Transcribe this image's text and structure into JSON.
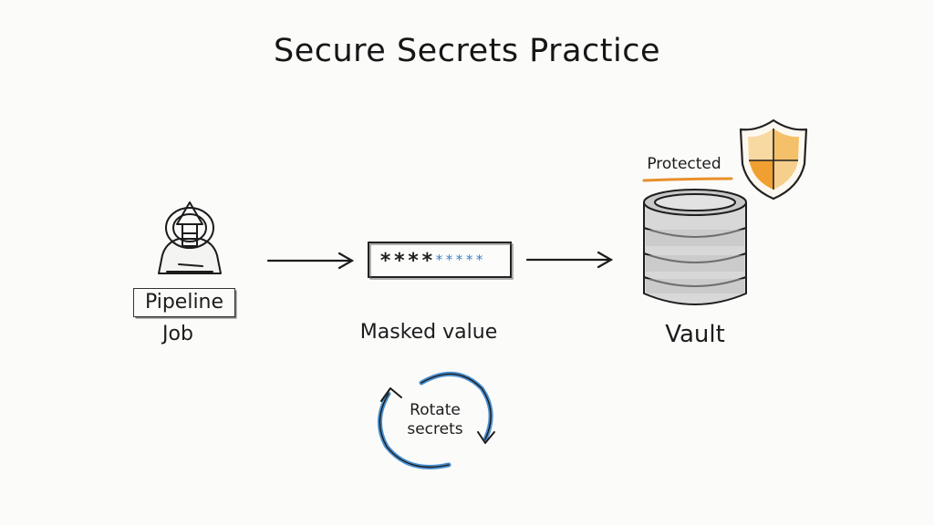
{
  "title": "Secure Secrets Practice",
  "nodes": {
    "pipeline": {
      "line1": "Pipeline",
      "line2": "Job"
    },
    "masked": {
      "label": "Masked value",
      "dark_mask": "****",
      "blue_mask": "*****"
    },
    "vault": {
      "label": "Vault",
      "badge": "Protected"
    },
    "rotate": {
      "line1": "Rotate",
      "line2": "secrets"
    }
  },
  "colors": {
    "ink": "#1c1c1c",
    "shield_orange": "#f0a030",
    "rotate_blue": "#4a8fd0",
    "mask_blue": "#3c7fc2",
    "underline_orange": "#e8902a"
  },
  "icons": [
    "pipeline-job-icon",
    "database-vault-icon",
    "shield-icon",
    "rotate-cycle-icon",
    "arrow-right-icon"
  ]
}
